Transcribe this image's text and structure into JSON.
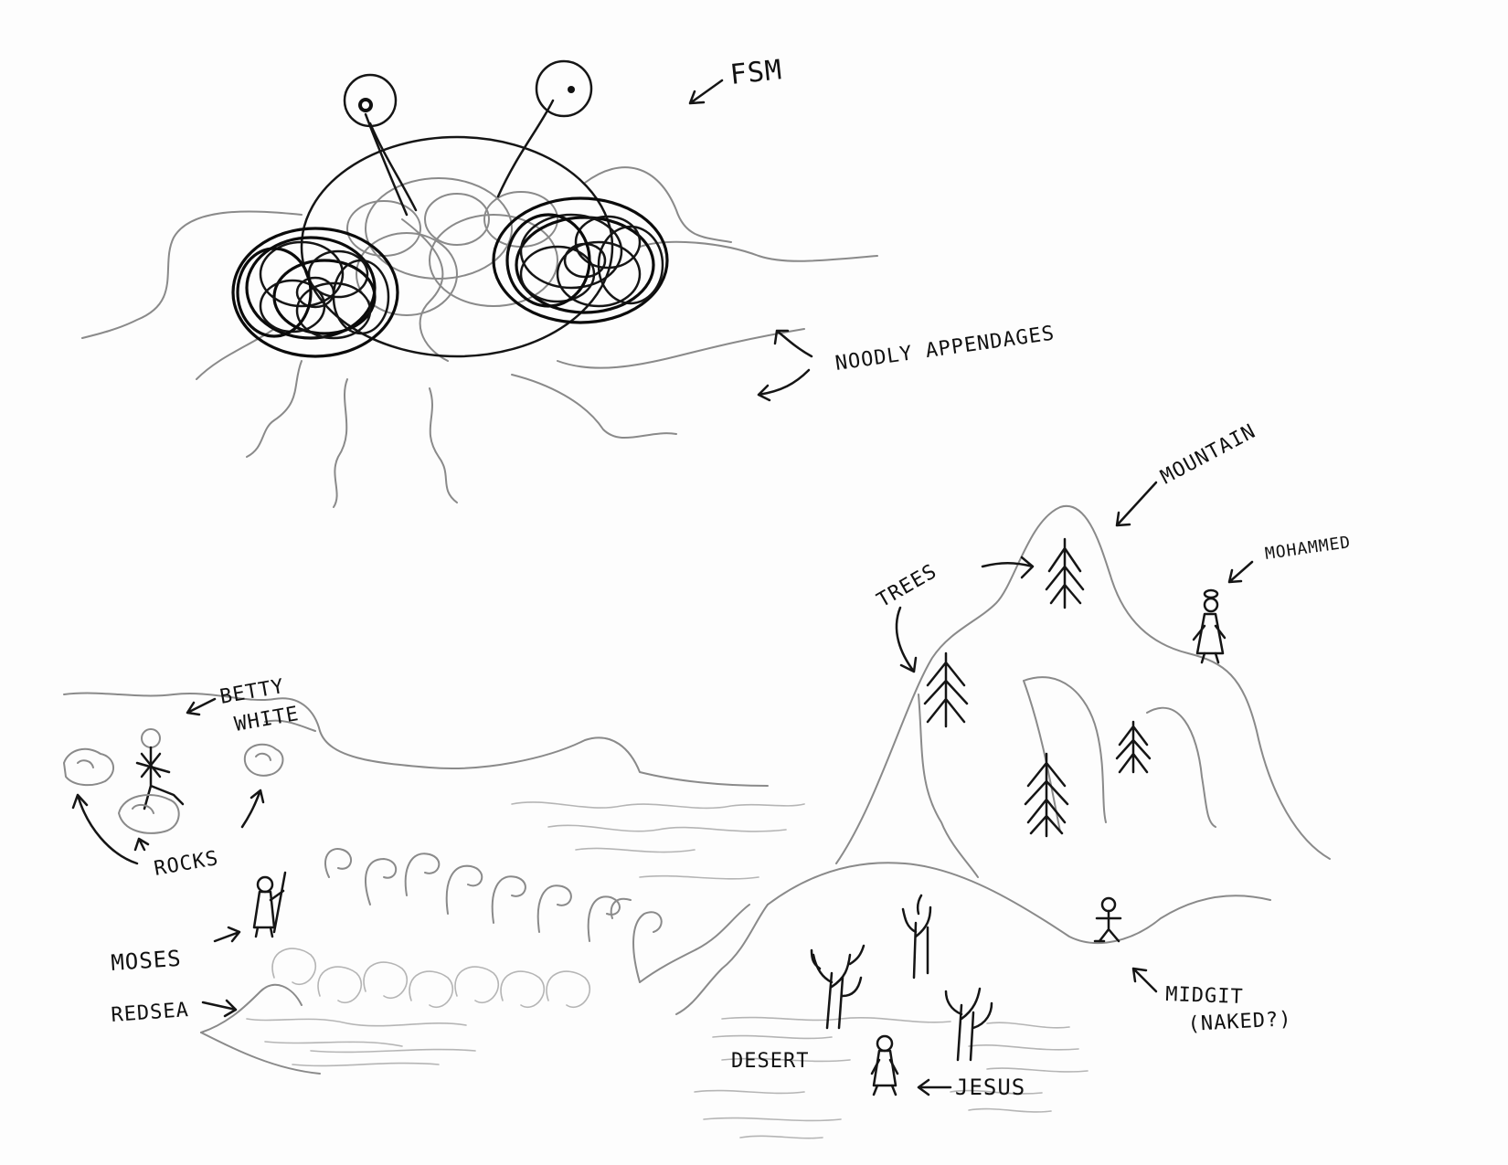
{
  "labels": {
    "fsm": "FSM",
    "noodly": "NOODLY APPENDAGES",
    "mountain": "MOUNTAIN",
    "mohammed": "MOHAMMED",
    "trees": "TREES",
    "betty_line1": "BETTY",
    "betty_line2": "WHITE",
    "rocks": "ROCKS",
    "moses": "MOSES",
    "redsea": "REDSEA",
    "midgit_line1": "MIDGIT",
    "midgit_line2": "(NAKED?)",
    "desert": "DESERT",
    "jesus": "JESUS"
  },
  "colors": {
    "ink": "#151515",
    "pencil": "#8a8a8a",
    "paper": "#fdfdfd"
  }
}
